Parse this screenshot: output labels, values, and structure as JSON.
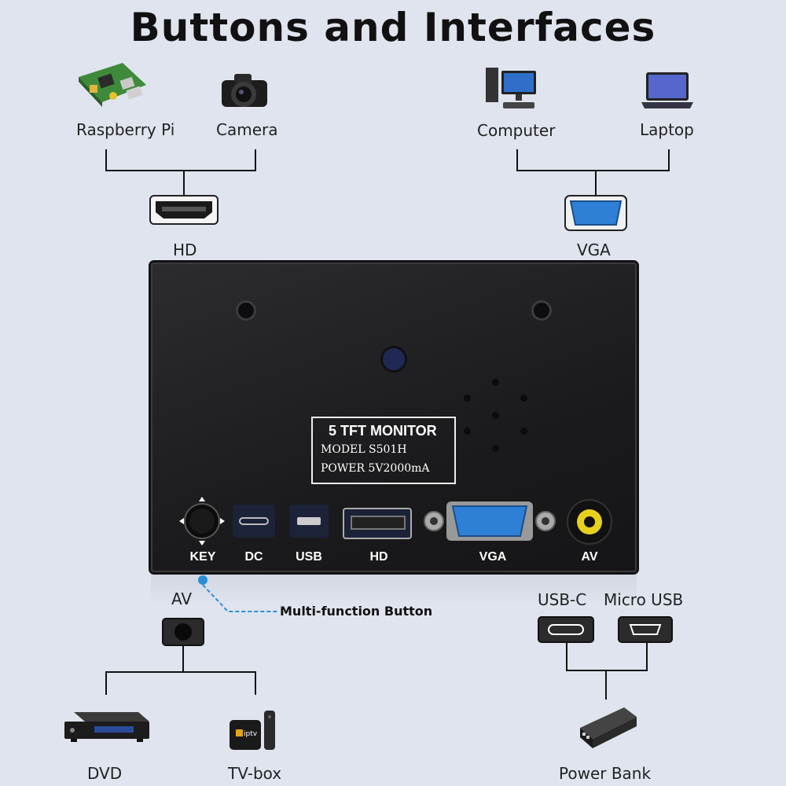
{
  "title": "Buttons and Interfaces",
  "devices": {
    "raspberry_pi": "Raspberry Pi",
    "camera": "Camera",
    "computer": "Computer",
    "laptop": "Laptop",
    "dvd": "DVD",
    "tv_box": "TV-box",
    "power_bank": "Power Bank"
  },
  "connectors": {
    "hd": "HD",
    "vga": "VGA",
    "av": "AV",
    "usb_c": "USB-C",
    "micro_usb": "Micro USB"
  },
  "plate": {
    "line1": "5 TFT MONITOR",
    "line2": "MODEL  S501H",
    "line3": "POWER  5V2000mA"
  },
  "ports": {
    "key": "KEY",
    "dc": "DC",
    "usb": "USB",
    "hd": "HD",
    "vga": "VGA",
    "av": "AV"
  },
  "callout": "Multi-function Button",
  "tvbox_brand": "iptv"
}
